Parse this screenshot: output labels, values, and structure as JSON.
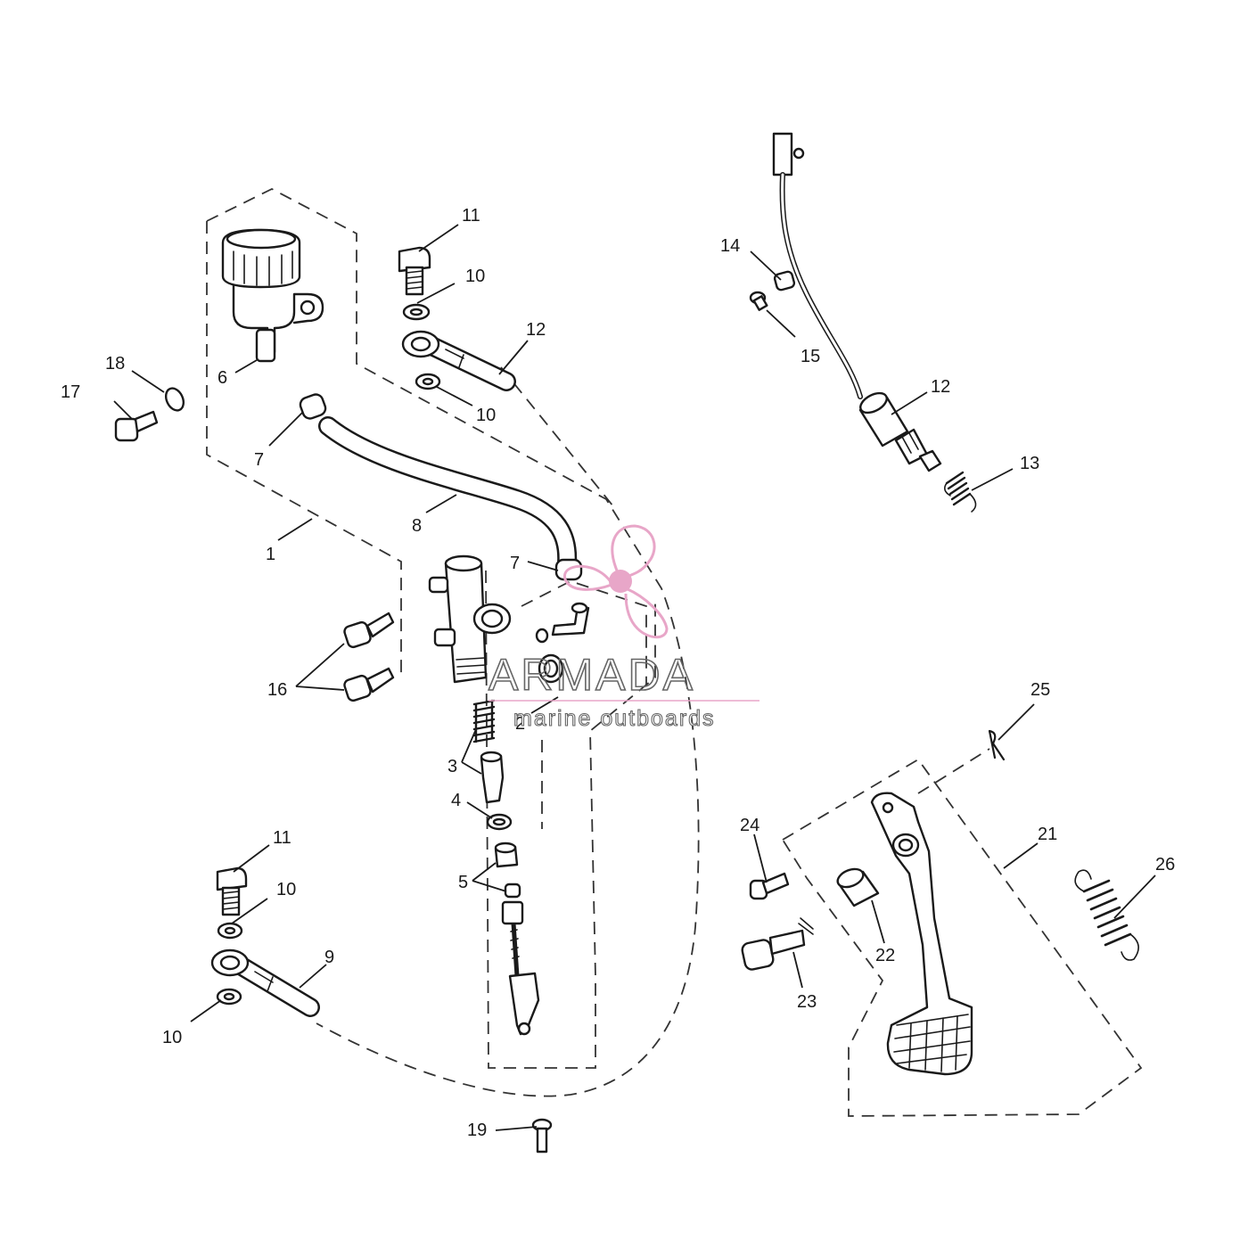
{
  "labels": {
    "p1": "1",
    "p2": "2",
    "p3": "3",
    "p4": "4",
    "p5": "5",
    "p6": "6",
    "p7a": "7",
    "p7b": "7",
    "p8": "8",
    "p9": "9",
    "p10a": "10",
    "p10b": "10",
    "p10c": "10",
    "p10d": "10",
    "p11a": "11",
    "p11b": "11",
    "p12a": "12",
    "p12b": "12",
    "p13": "13",
    "p14": "14",
    "p15": "15",
    "p16": "16",
    "p17": "17",
    "p18": "18",
    "p19": "19",
    "p21": "21",
    "p22": "22",
    "p23": "23",
    "p24": "24",
    "p25": "25",
    "p26": "26"
  },
  "watermark": {
    "brand": "ARMADA",
    "tagline": "marine outboards",
    "color": "#e8a6c8"
  }
}
